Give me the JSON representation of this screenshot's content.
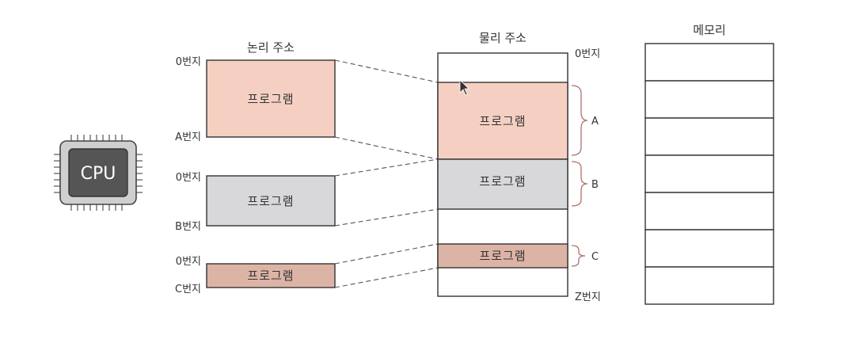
{
  "colors": {
    "program_a": "#f5d0c2",
    "program_b": "#d8d8db",
    "program_c": "#dcb4a5",
    "cpu_chip": "#555555",
    "cpu_frame": "#cfcfcf",
    "brace": "#b07070"
  },
  "cpu": {
    "label": "CPU",
    "icon": "cpu-chip-icon"
  },
  "logical": {
    "title": "논리 주소",
    "blocks": [
      {
        "program": "프로그램",
        "start_label": "0번지",
        "end_label": "A번지"
      },
      {
        "program": "프로그램",
        "start_label": "0번지",
        "end_label": "B번지"
      },
      {
        "program": "프로그램",
        "start_label": "0번지",
        "end_label": "C번지"
      }
    ]
  },
  "physical": {
    "title": "물리 주소",
    "start_label": "0번지",
    "end_label": "Z번지",
    "segments": [
      {
        "program": "프로그램",
        "brace_label": "A"
      },
      {
        "program": "프로그램",
        "brace_label": "B"
      },
      {
        "program": "프로그램",
        "brace_label": "C"
      }
    ]
  },
  "memory": {
    "title": "메모리",
    "row_count": 7
  }
}
